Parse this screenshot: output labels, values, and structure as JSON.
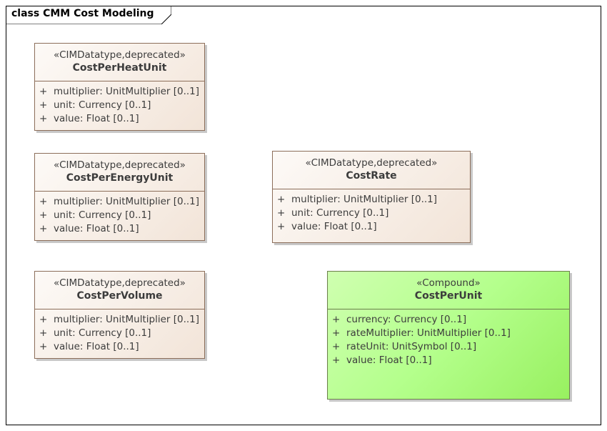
{
  "diagram": {
    "title": "class CMM Cost Modeling"
  },
  "classes": [
    {
      "stereotype": "«CIMDatatype,deprecated»",
      "name": "CostPerHeatUnit",
      "attributes": [
        {
          "vis": "+",
          "text": "multiplier: UnitMultiplier [0..1]"
        },
        {
          "vis": "+",
          "text": "unit: Currency [0..1]"
        },
        {
          "vis": "+",
          "text": "value: Float [0..1]"
        }
      ]
    },
    {
      "stereotype": "«CIMDatatype,deprecated»",
      "name": "CostPerEnergyUnit",
      "attributes": [
        {
          "vis": "+",
          "text": "multiplier: UnitMultiplier [0..1]"
        },
        {
          "vis": "+",
          "text": "unit: Currency [0..1]"
        },
        {
          "vis": "+",
          "text": "value: Float [0..1]"
        }
      ]
    },
    {
      "stereotype": "«CIMDatatype,deprecated»",
      "name": "CostRate",
      "attributes": [
        {
          "vis": "+",
          "text": "multiplier: UnitMultiplier [0..1]"
        },
        {
          "vis": "+",
          "text": "unit: Currency [0..1]"
        },
        {
          "vis": "+",
          "text": "value: Float [0..1]"
        }
      ]
    },
    {
      "stereotype": "«CIMDatatype,deprecated»",
      "name": "CostPerVolume",
      "attributes": [
        {
          "vis": "+",
          "text": "multiplier: UnitMultiplier [0..1]"
        },
        {
          "vis": "+",
          "text": "unit: Currency [0..1]"
        },
        {
          "vis": "+",
          "text": "value: Float [0..1]"
        }
      ]
    },
    {
      "stereotype": "«Compound»",
      "name": "CostPerUnit",
      "attributes": [
        {
          "vis": "+",
          "text": "currency: Currency [0..1]"
        },
        {
          "vis": "+",
          "text": "rateMultiplier: UnitMultiplier [0..1]"
        },
        {
          "vis": "+",
          "text": "rateUnit: UnitSymbol [0..1]"
        },
        {
          "vis": "+",
          "text": "value: Float [0..1]"
        }
      ]
    }
  ],
  "colors": {
    "datatype_fill": "#f2e4d8",
    "compound_fill": "#b4ff8c",
    "border": "#8c6e5a"
  }
}
